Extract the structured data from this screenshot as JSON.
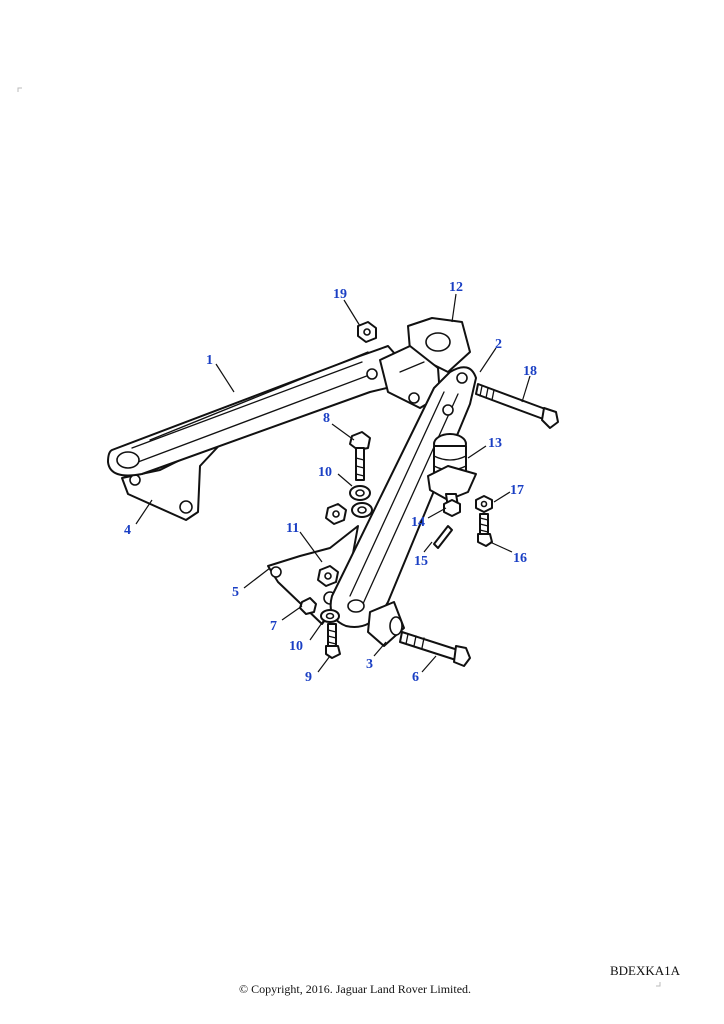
{
  "diagram": {
    "ref_code": "BDEXKA1A",
    "copyright": "© Copyright, 2016. Jaguar Land Rover Limited.",
    "callouts": [
      {
        "id": "c1",
        "label": "1"
      },
      {
        "id": "c2",
        "label": "2"
      },
      {
        "id": "c3",
        "label": "3"
      },
      {
        "id": "c4",
        "label": "4"
      },
      {
        "id": "c5",
        "label": "5"
      },
      {
        "id": "c6",
        "label": "6"
      },
      {
        "id": "c7",
        "label": "7"
      },
      {
        "id": "c8",
        "label": "8"
      },
      {
        "id": "c9",
        "label": "9"
      },
      {
        "id": "c10a",
        "label": "10"
      },
      {
        "id": "c10b",
        "label": "10"
      },
      {
        "id": "c11",
        "label": "11"
      },
      {
        "id": "c12",
        "label": "12"
      },
      {
        "id": "c13",
        "label": "13"
      },
      {
        "id": "c14",
        "label": "14"
      },
      {
        "id": "c15",
        "label": "15"
      },
      {
        "id": "c16",
        "label": "16"
      },
      {
        "id": "c17",
        "label": "17"
      },
      {
        "id": "c18",
        "label": "18"
      },
      {
        "id": "c19",
        "label": "19"
      }
    ],
    "colors": {
      "callout": "#1a3fc4",
      "line": "#111111"
    }
  }
}
